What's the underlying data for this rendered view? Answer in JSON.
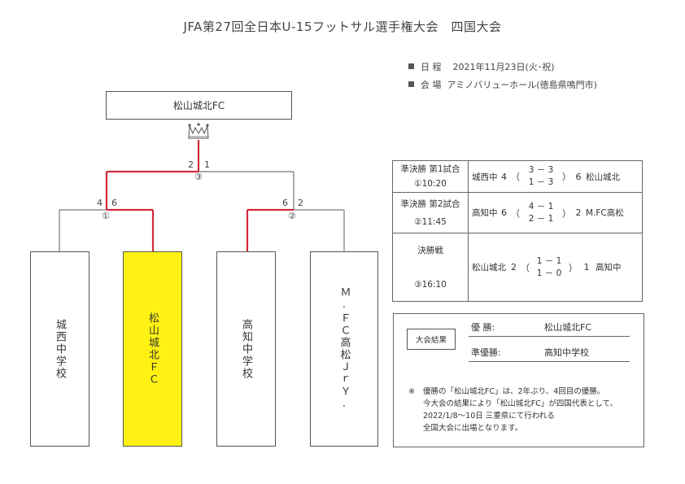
{
  "title": "JFA第27回全日本U-15フットサル選手権大会　四国大会",
  "info": {
    "date_label": "日 程",
    "date_value": "2021年11月23日(火･祝)",
    "venue_label": "会 場",
    "venue_value": "アミノバリューホール(徳島県鳴門市)"
  },
  "champion_box": "松山城北FC",
  "teams": [
    "城西中学校",
    "松山城北ＦＣ",
    "高知中学校",
    "Ｍ.ＦＣ高松ＪｒＹ."
  ],
  "bracket": {
    "final_left": "2",
    "final_right": "1",
    "final_mark": "③",
    "sf1_left": "4",
    "sf1_right": "6",
    "sf1_mark": "①",
    "sf2_left": "6",
    "sf2_right": "2",
    "sf2_mark": "②"
  },
  "schedule": [
    {
      "round": "準決勝 第1試合",
      "time": "①10:20",
      "left_team": "城西中",
      "left_score": "4",
      "p1": "3 － 3",
      "p2": "1 － 3",
      "right_score": "6",
      "right_team": "松山城北"
    },
    {
      "round": "準決勝 第2試合",
      "time": "②11:45",
      "left_team": "高知中",
      "left_score": "6",
      "p1": "4 － 1",
      "p2": "2 － 1",
      "right_score": "2",
      "right_team": "M.FC高松"
    },
    {
      "round": "決勝戦",
      "time": "③16:10",
      "left_team": "松山城北",
      "left_score": "2",
      "p1": "1 － 1",
      "p2": "1 － 0",
      "right_score": "1",
      "right_team": "高知中"
    }
  ],
  "results": {
    "badge": "大会結果",
    "winner_label": "優 勝:",
    "winner_value": "松山城北FC",
    "runner_label": "準優勝:",
    "runner_value": "高知中学校",
    "note_mark": "※",
    "note_lines": [
      "優勝の「松山城北FC」は、2年ぶり、4回目の優勝。",
      "今大会の結果により「松山城北FC」が四国代表として、",
      "2022/1/8～10日 三重県にて行われる",
      "全国大会に出場となります。"
    ]
  },
  "colors": {
    "highlight": "#fff212",
    "winner_line": "#d12a3c",
    "line": "#777777"
  }
}
